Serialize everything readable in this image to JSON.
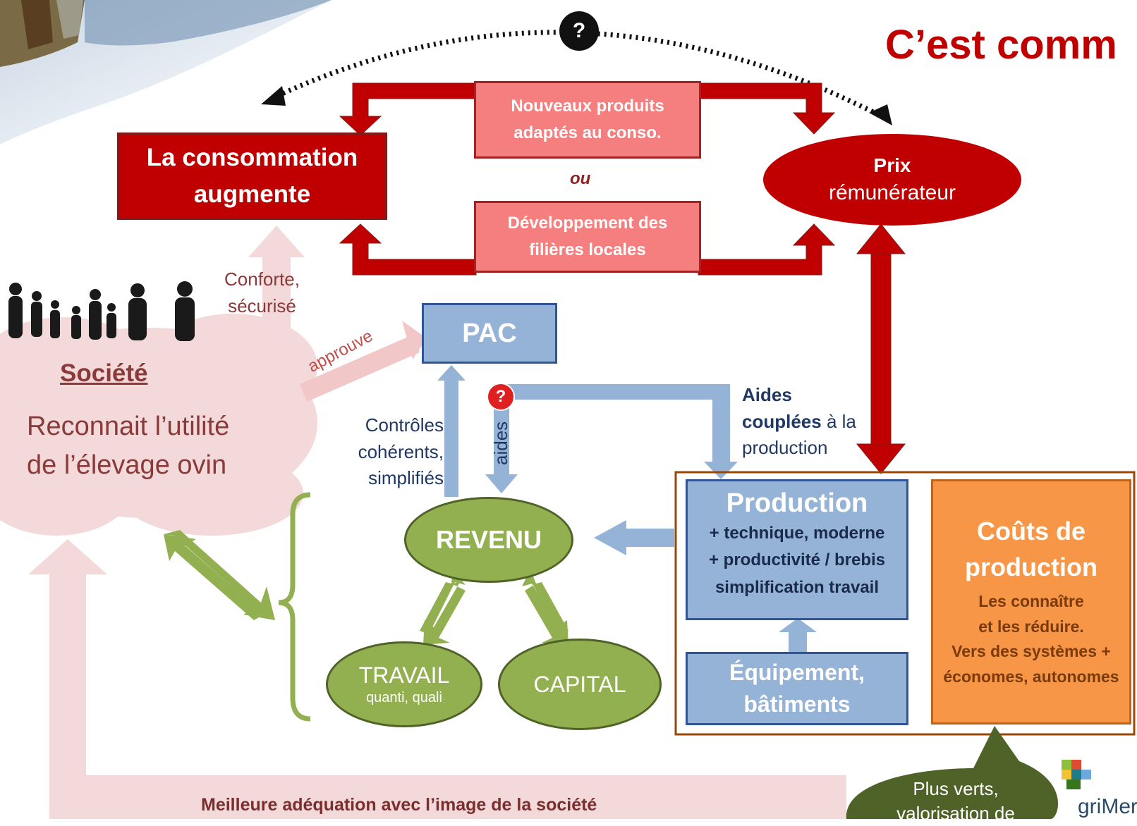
{
  "title": "C’est comm",
  "question_mark": "?",
  "top_left": {
    "consommation": [
      "La consommation",
      "augmente"
    ],
    "nouveaux_produits": [
      "Nouveaux produits",
      "adaptés au conso."
    ],
    "ou": "ou",
    "developpement": [
      "Développement des",
      "filières locales"
    ]
  },
  "prix": {
    "title": "Prix",
    "subtitle": "rémunérateur"
  },
  "societe": {
    "title": "Société",
    "text": [
      "Reconnait l’utilité",
      "de l’élevage ovin"
    ],
    "conforte": [
      "Conforte,",
      "sécurisé"
    ],
    "approuve": "approuve",
    "bottom_label": "Meilleure adéquation avec l’image de la société"
  },
  "pac": {
    "label": "PAC",
    "controles": [
      "Contrôles",
      "cohérents,",
      "simplifiés"
    ],
    "aides": "aides",
    "aides_couplees": {
      "bold1": "Aides",
      "bold2": "couplées",
      "rest2": " à la",
      "line3": "production"
    }
  },
  "revenu": {
    "label": "REVENU",
    "travail": "TRAVAIL",
    "travail_sub": "quanti, quali",
    "capital": "CAPITAL"
  },
  "production": {
    "title": "Production",
    "lines": [
      "+ technique, moderne",
      "+ productivité / brebis",
      "simplification travail"
    ],
    "equipement": [
      "Équipement,",
      "bâtiments"
    ]
  },
  "couts": {
    "title": [
      "Coûts de",
      "production"
    ],
    "lines": [
      "Les connaître",
      "et les réduire.",
      "Vers des systèmes +",
      "économes, autonomes"
    ]
  },
  "bubble": [
    "Plus verts,",
    "valorisation de"
  ],
  "logo_text": "griMer",
  "colors": {
    "title_red": "#c00000",
    "red": "#c00000",
    "pink": "#f57f7f",
    "blue": "#95b3d7",
    "green": "#92b050",
    "orange": "#f79646",
    "pale_pink": "#f3d9d9",
    "dark_green": "#4f6228"
  }
}
